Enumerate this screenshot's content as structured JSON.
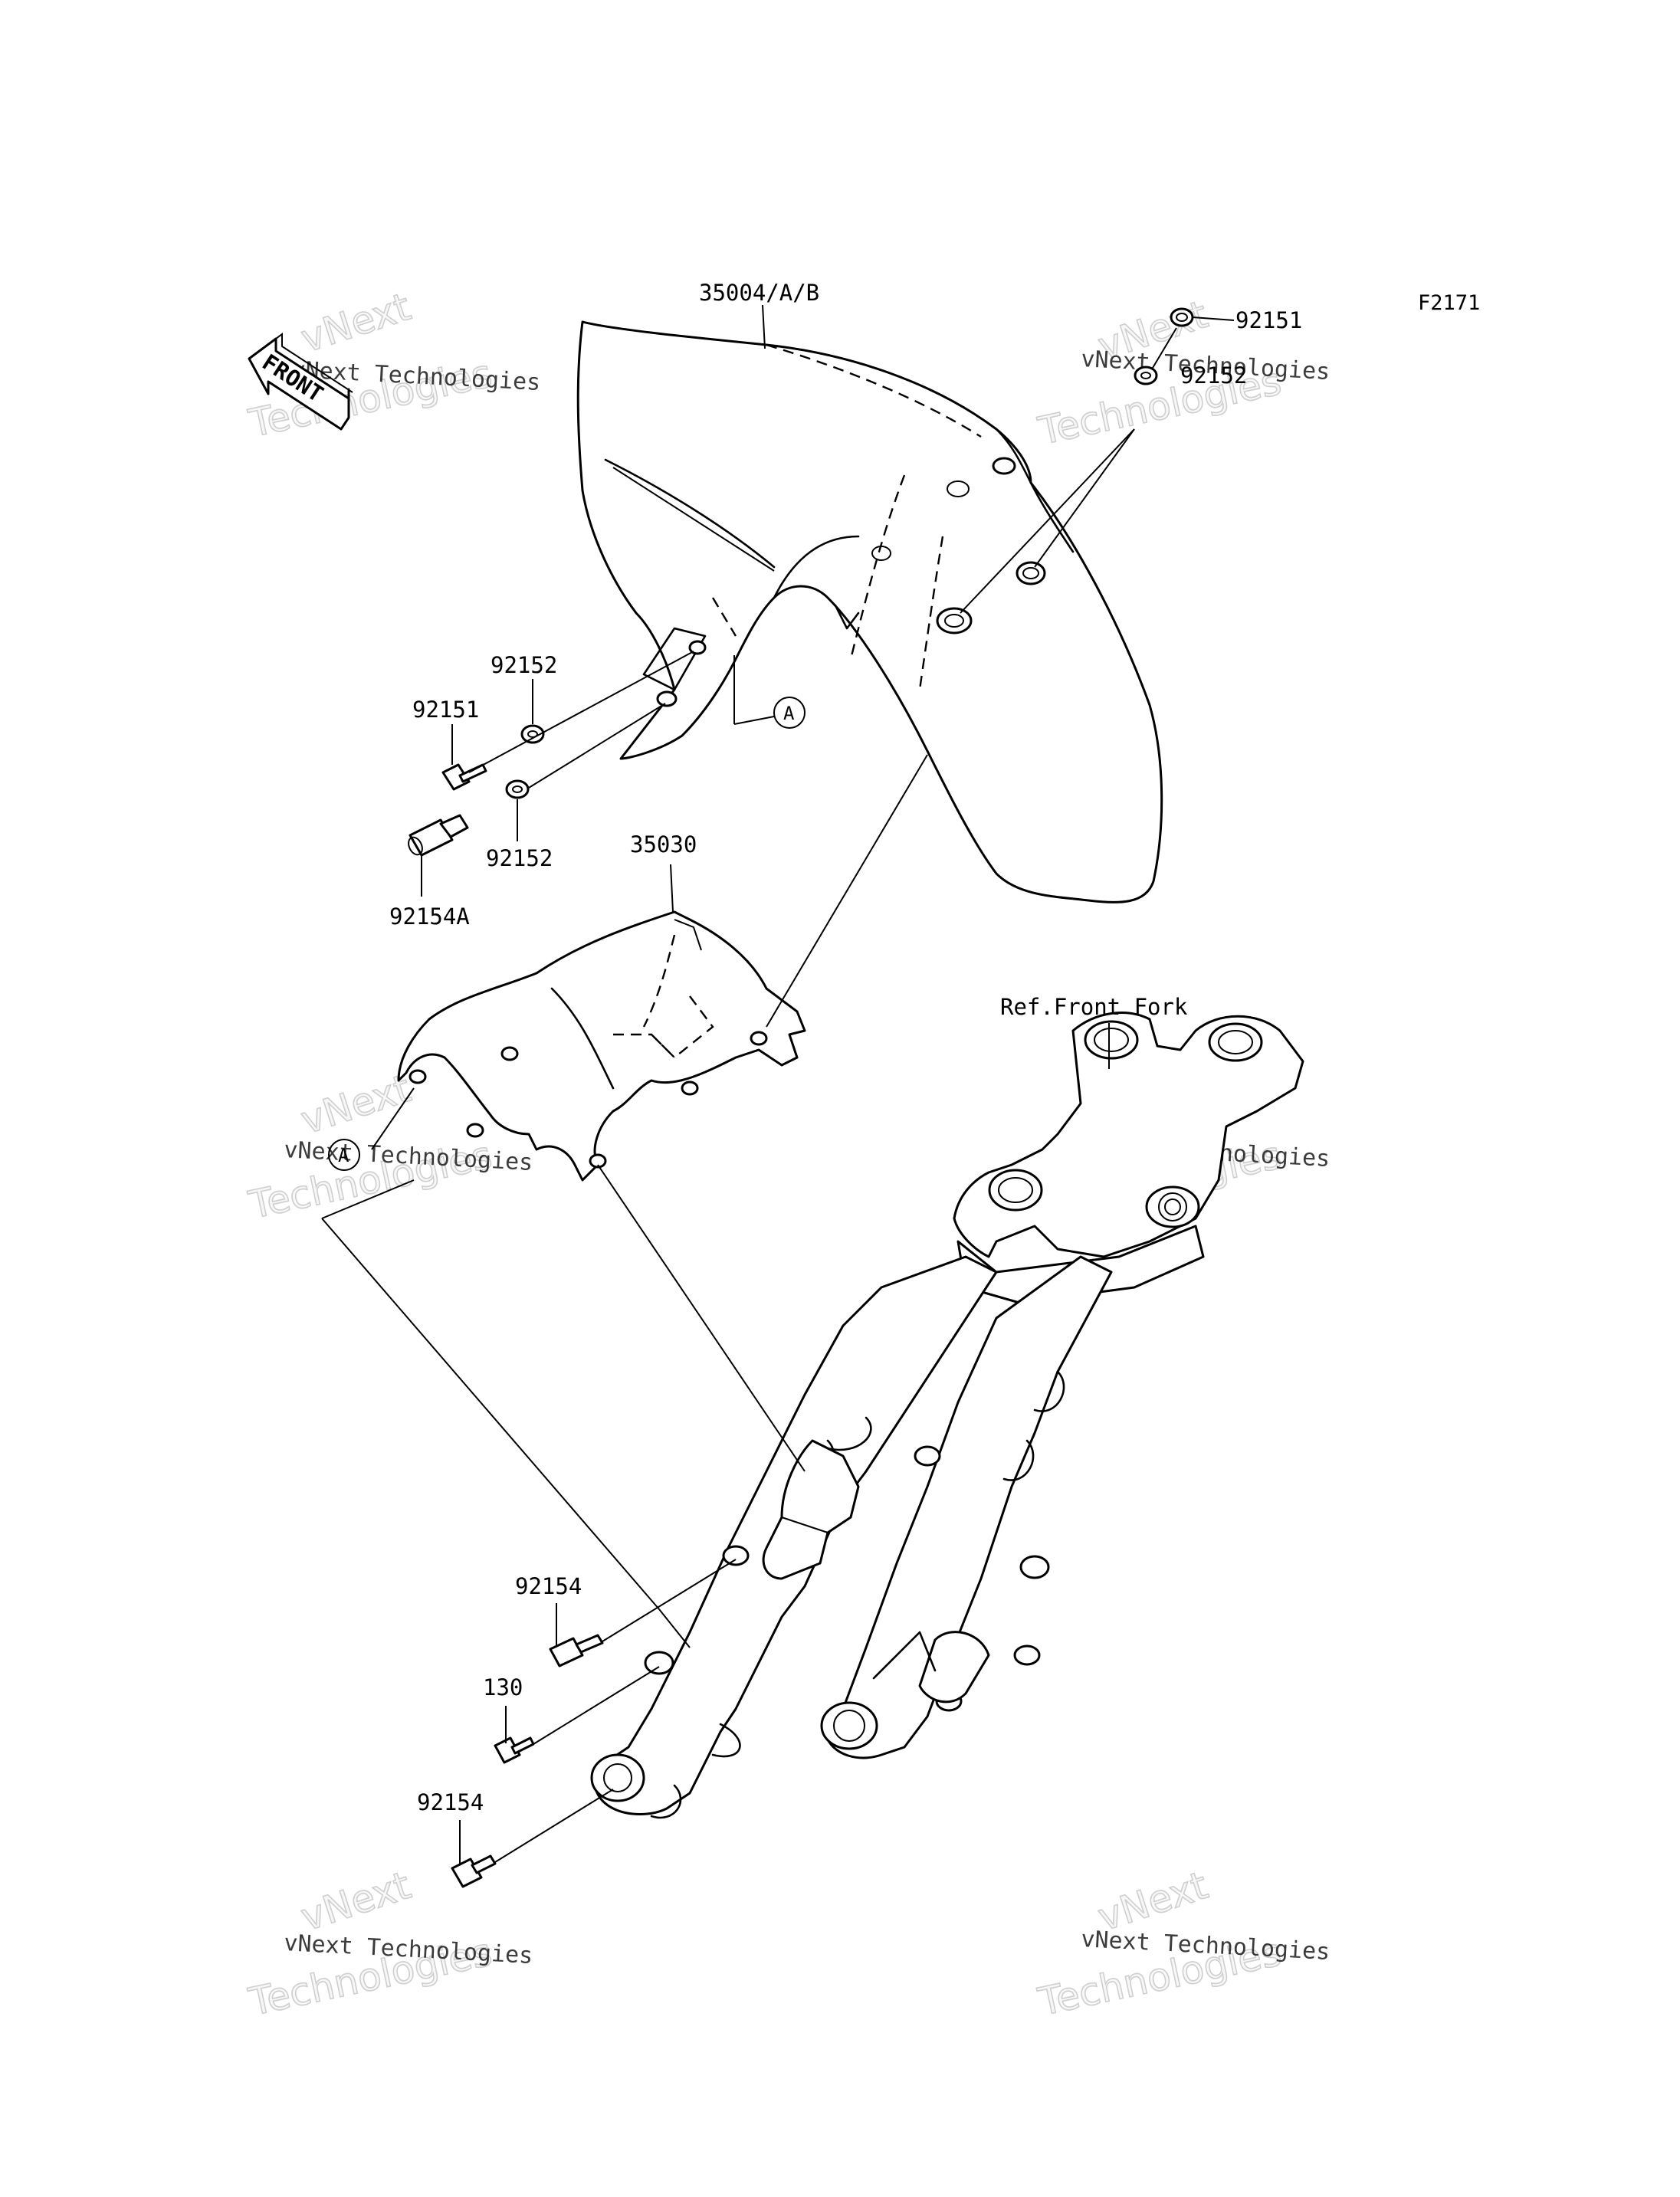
{
  "diagram_code": "F2171",
  "front_arrow_label": "FRONT",
  "callout_A": "A",
  "reference_label": "Ref.Front Fork",
  "parts": {
    "front_fender": "35004/A/B",
    "fender_inner_cover": "35030",
    "bolt_top": "92151",
    "washer_top": "92152",
    "bolt_left": "92151",
    "washer_left_upper": "92152",
    "washer_left_lower": "92152",
    "collar": "92154A",
    "bolt_lower_1": "92154",
    "bolt_130": "130",
    "bolt_lower_2": "92154"
  },
  "watermark": {
    "small": "vNext Technologies",
    "big": "Technologies",
    "brand": "vNext"
  }
}
